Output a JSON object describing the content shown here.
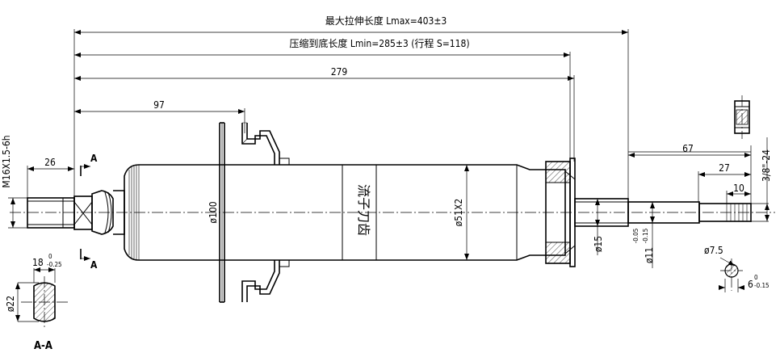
{
  "dimensions": {
    "lmax": "最大拉伸长度 Lmax=403±3",
    "lmin": "压缩到底长度 Lmin=285±3 (行程 S=118)",
    "d279": "279",
    "d97": "97",
    "d26": "26",
    "d67": "67",
    "d27": "27",
    "d10": "10",
    "d100": "ø100",
    "d51": "ø51X2",
    "d15": "ø15",
    "d11": "ø11",
    "d11_tol_upper": "-0.05",
    "d11_tol_lower": "-0.15",
    "d75": "ø7.5",
    "d6": "6",
    "d6_tol_upper": "0",
    "d6_tol_lower": "-0.15",
    "d18": "18",
    "d18_tol_upper": "0",
    "d18_tol_lower": "-0.25",
    "d22": "ø22",
    "thread_left": "M16X1.5-6h",
    "thread_right": "3/8\"-24"
  },
  "labels": {
    "section_mark_top": "A",
    "section_mark_bottom": "A",
    "section_title": "A-A",
    "body_marking": "流子刀齿"
  }
}
